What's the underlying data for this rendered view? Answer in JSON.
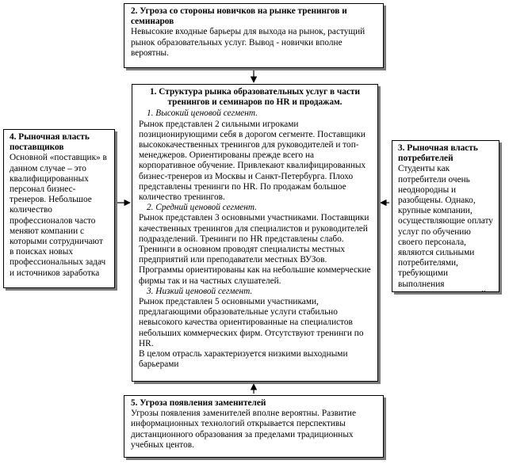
{
  "top": {
    "title": "2. Угроза со стороны новичков на рынке тренингов и семинаров",
    "text": "Невысокие входные барьеры для выхода на рынок, растущий рынок образовательных услуг. Вывод - новички вполне вероятны."
  },
  "center": {
    "title": "1. Структура рынка образовательных услуг в части тренингов и семинаров по HR и продажам.",
    "segments": [
      {
        "name": "1. Высокий ценовой сегмент.",
        "text": "Рынок представлен 2 сильными игроками позиционирующими себя в дорогом сегменте. Поставщики высококачественных тренингов для руководителей и топ-менеджеров. Ориентированы прежде всего на корпоративное обучение. Привлекают квалифицированных бизнес-тренеров из Москвы и Санкт-Петербурга. Плохо представлены тренинги по HR. По продажам большое количество тренингов."
      },
      {
        "name": "2. Средний ценовой сегмент.",
        "text": "Рынок представлен 3 основными участниками. Поставщики качественных тренингов для специалистов и руководителей подразделений. Тренинги по HR представлены слабо. Тренинги в основном проводят специалисты местных предприятий или преподаватели местных ВУЗов. Программы ориентированы как на небольшие коммерческие фирмы так и на частных слушателей."
      },
      {
        "name": "3. Низкий ценовой сегмент.",
        "text": "Рынок представлен 5 основными участниками, предлагающими образовательные услуги стабильно невысокого качества ориентированные на специалистов небольших коммерческих фирм. Отсутствуют тренинги по HR."
      }
    ],
    "conclusion": "В целом отрасль характеризуется низкими выходными барьерами"
  },
  "left": {
    "title": "4. Рыночная власть поставщиков",
    "text": "Основной «поставщик» в данном случае – это квалифицированных персонал бизнес-тренеров. Небольшое количество профессионалов часто меняют компании с которыми сотрудничают в поисках новых профессиональных задач и источников заработка"
  },
  "right": {
    "title": "3. Рыночная власть потребителей",
    "text": "Студенты как потребители очень неоднородны и разобщены. Однако, крупные компании, осуществляющие оплату услуг по обучению своего персонала, являются сильными потребителями, требующими выполнения определенных условий"
  },
  "bottom": {
    "title": "5. Угроза появления заменителей",
    "text": "Угрозы появления заменителей вполне вероятны. Развитие информационных технологий открывается перспективы дистанционного образования за пределами традиционных учебных центов."
  }
}
